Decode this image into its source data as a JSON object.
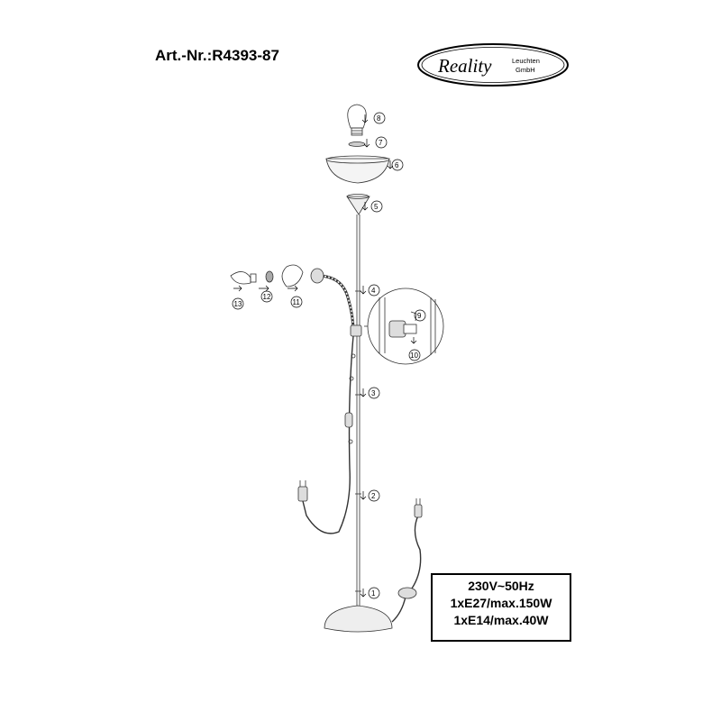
{
  "header": {
    "article_number": "Art.-Nr.:R4393-87"
  },
  "logo": {
    "brand": "Reality",
    "line1": "Leuchten",
    "line2": "GmbH"
  },
  "parts": [
    "1",
    "2",
    "3",
    "4",
    "5",
    "6",
    "7",
    "8",
    "9",
    "10",
    "11",
    "12",
    "13"
  ],
  "specs": {
    "voltage": "230V~50Hz",
    "main_bulb": "1xE27/max.150W",
    "reading_bulb": "1xE14/max.40W"
  }
}
